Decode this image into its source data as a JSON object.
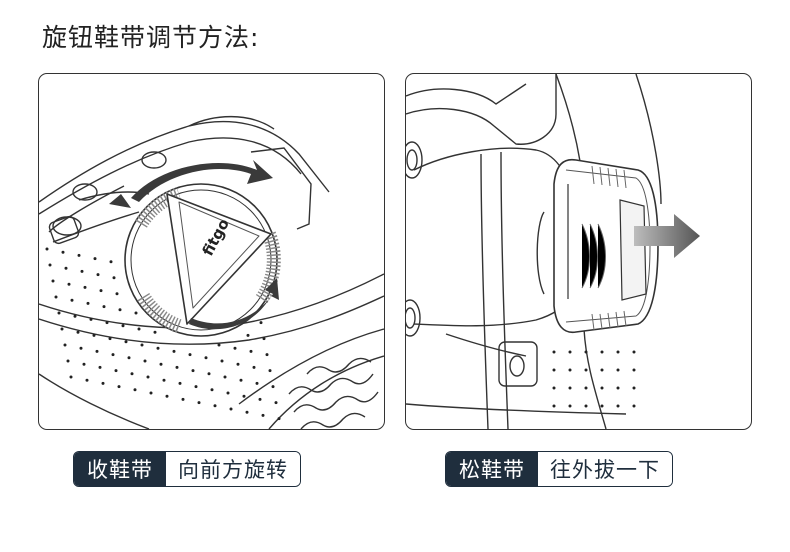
{
  "title": "旋钮鞋带调节方法:",
  "panels": {
    "left": {
      "logo": "fitgo",
      "tag_primary": "收鞋带",
      "tag_secondary": "向前方旋转"
    },
    "right": {
      "tag_primary": "松鞋带",
      "tag_secondary": "往外拔一下"
    }
  },
  "colors": {
    "tag_dark": "#1f2e3d",
    "arrow_dark": "#3a3a3a",
    "arrow_light": "#666666"
  }
}
